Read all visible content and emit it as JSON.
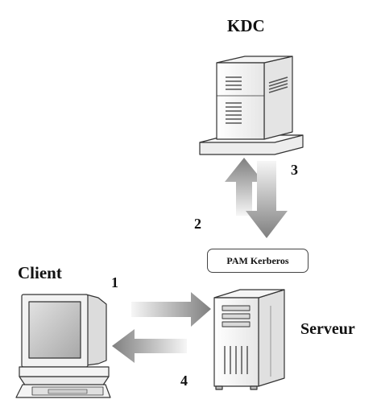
{
  "diagram": {
    "nodes": {
      "kdc": {
        "label": "KDC",
        "icon": "server-tower-icon"
      },
      "client": {
        "label": "Client",
        "icon": "desktop-computer-icon"
      },
      "server": {
        "label": "Serveur",
        "icon": "server-tower-icon"
      },
      "pam": {
        "label": "PAM Kerberos"
      }
    },
    "steps": [
      {
        "number": "1",
        "from": "client",
        "to": "server"
      },
      {
        "number": "2",
        "from": "pam",
        "to": "kdc"
      },
      {
        "number": "3",
        "from": "kdc",
        "to": "pam"
      },
      {
        "number": "4",
        "from": "server",
        "to": "client"
      }
    ],
    "colors": {
      "arrow_dark": "#808080",
      "arrow_light": "#f4f4f4",
      "outline": "#333333",
      "case_fill": "#f2f2f2",
      "screen_fill": "#c8c8c8"
    }
  }
}
